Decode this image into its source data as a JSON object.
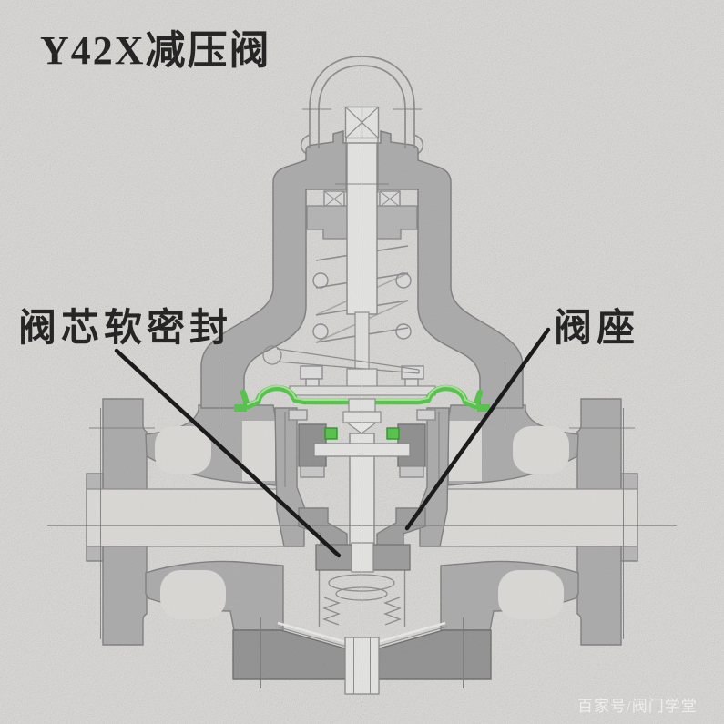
{
  "title": "Y42X减压阀",
  "labels": {
    "left": {
      "text": "阀芯软密封",
      "target": "valve-core-soft-seal"
    },
    "right": {
      "text": "阀座",
      "target": "valve-seat"
    }
  },
  "watermark": "百家号/阀门学堂",
  "diagram": {
    "type": "valve-cross-section",
    "valve_model": "Y42X",
    "annotations": [
      {
        "text": "阀芯软密封",
        "points_to": "green soft seal on valve disc"
      },
      {
        "text": "阀座",
        "points_to": "seat ring beside stem"
      }
    ]
  },
  "colors": {
    "background": "#d9d8d5",
    "body_gray": "#a9a9a9",
    "body_gray_light": "#b6b6b6",
    "dark_gray": "#8d8d8d",
    "cover_gray": "#909090",
    "outline_gray": "#7d7d7d",
    "line_gray": "#8a8a8a",
    "interior": "#e0e0de",
    "seal_green": "#52c247",
    "seal_green_dark": "#2f8f28",
    "seal_green_light": "#9fe592",
    "leader": "#101010",
    "text_black": "#1b1b1b",
    "watermark_white": "#fafafa"
  }
}
